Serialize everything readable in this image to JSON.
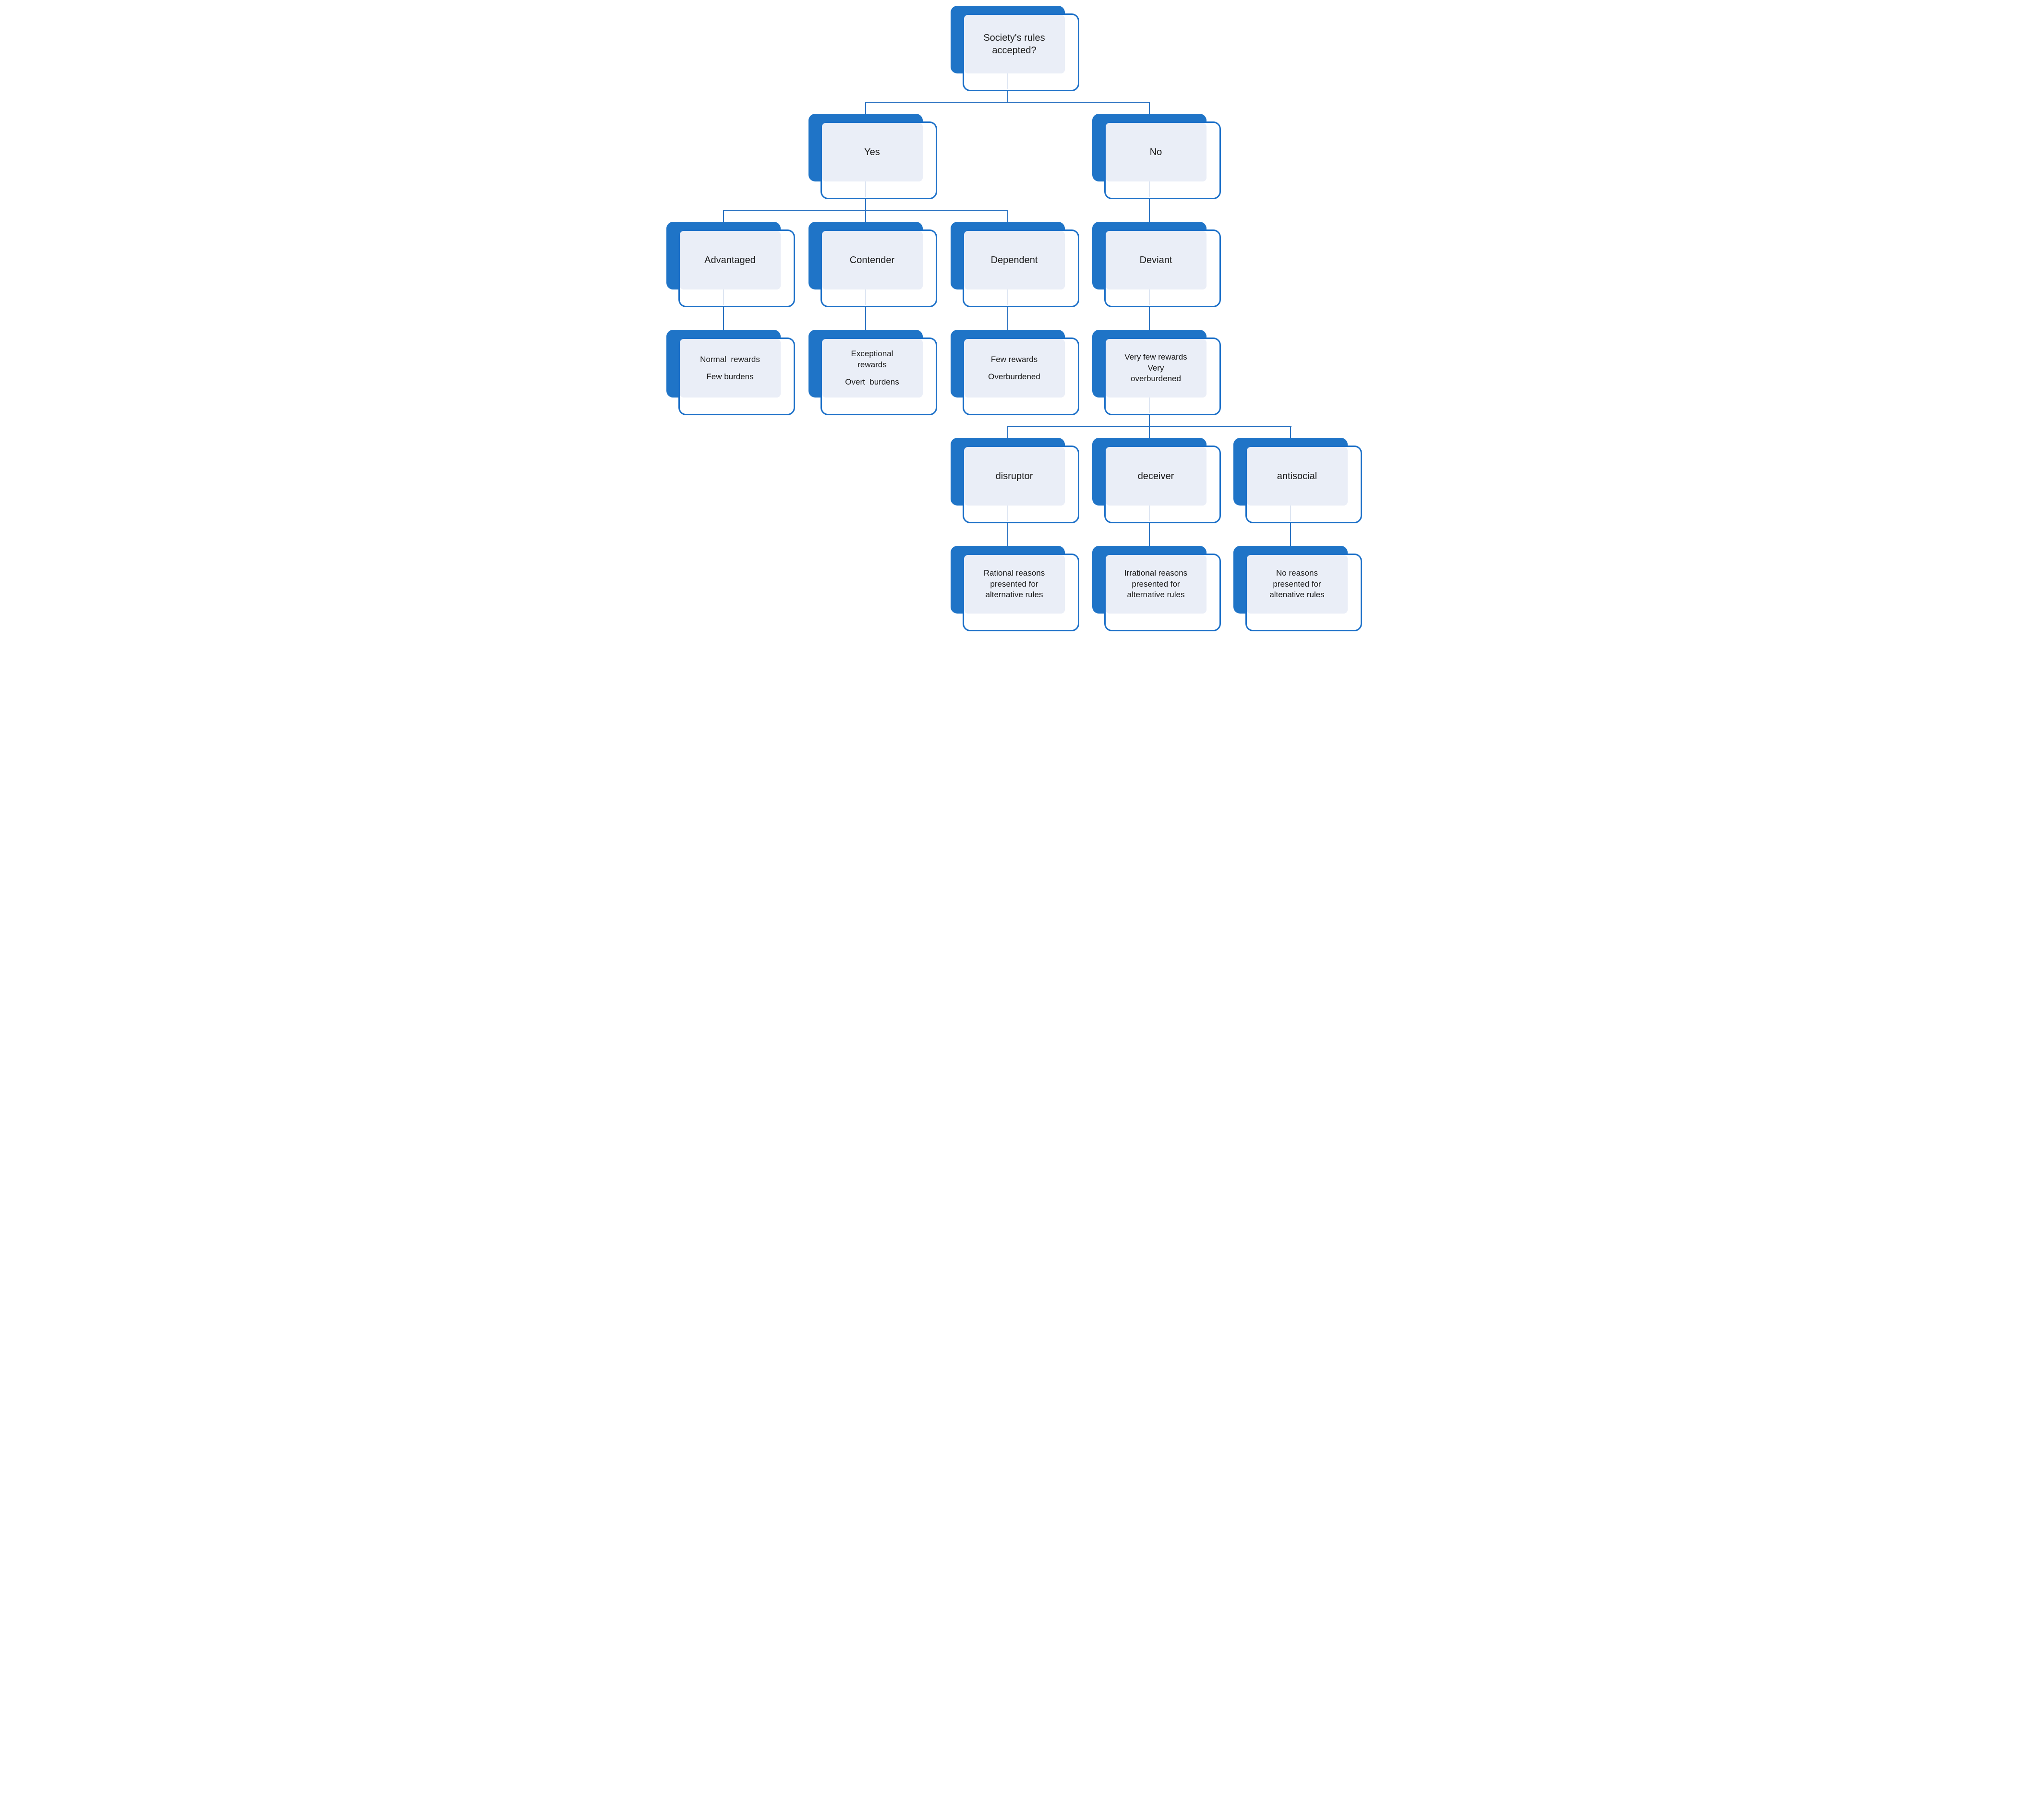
{
  "colors": {
    "block_blue": "#1F74C7",
    "frame_border": "#1C70C8",
    "connector": "#2C73C2",
    "panel_fill": "#EAEEF7"
  },
  "nodes": {
    "root": {
      "label": "Society's rules\naccepted?"
    },
    "yes": {
      "label": "Yes"
    },
    "no": {
      "label": "No"
    },
    "advantaged": {
      "label": "Advantaged"
    },
    "contender": {
      "label": "Contender"
    },
    "dependent": {
      "label": "Dependent"
    },
    "deviant": {
      "label": "Deviant"
    },
    "advantaged_outcome": {
      "line1": "Normal  rewards",
      "line2": "Few burdens"
    },
    "contender_outcome": {
      "line1": "Exceptional\nrewards",
      "line2": "Overt  burdens"
    },
    "dependent_outcome": {
      "line1": "Few rewards",
      "line2": "Overburdened"
    },
    "deviant_outcome": {
      "line1": "Very few rewards",
      "line2": "Very\noverburdened"
    },
    "disruptor": {
      "label": "disruptor"
    },
    "deceiver": {
      "label": "deceiver"
    },
    "antisocial": {
      "label": "antisocial"
    },
    "disruptor_outcome": {
      "label": "Rational reasons\npresented for\nalternative rules"
    },
    "deceiver_outcome": {
      "label": "Irrational reasons\npresented for\nalternative rules"
    },
    "antisocial_outcome": {
      "label": "No reasons\npresented for\naltenative rules"
    }
  }
}
